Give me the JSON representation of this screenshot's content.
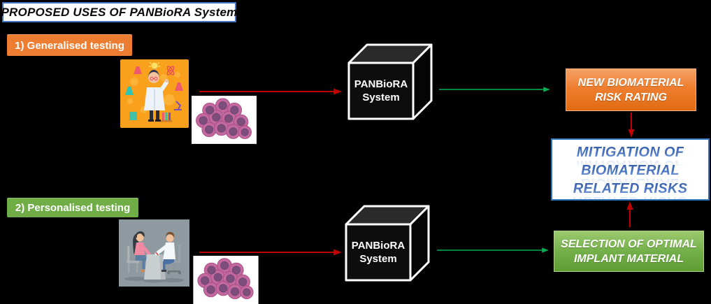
{
  "title": "PROPOSED USES OF PANBioRA System",
  "colors": {
    "background": "#000000",
    "title_border_blue": "#4472C4",
    "orange": "#ED7D31",
    "green": "#70AD47",
    "arrow_red": "#C00000",
    "arrow_green": "#00B050",
    "mitigation_text_blue": "#4B76C2",
    "cell_outer_pink": "#C2639B",
    "cell_inner_purple": "#7D4E7C"
  },
  "generalised": {
    "label": "1) Generalised testing",
    "cube": {
      "line1": "PANBioRA",
      "line2": "System"
    },
    "result": {
      "line1": "NEW BIOMATERIAL",
      "line2": "RISK RATING"
    }
  },
  "personalised": {
    "label": "2) Personalised testing",
    "cube": {
      "line1": "PANBioRA",
      "line2": "System"
    },
    "result": {
      "line1": "SELECTION OF OPTIMAL",
      "line2": "IMPLANT MATERIAL"
    }
  },
  "mitigation": {
    "line1": "MITIGATION OF",
    "line2": "BIOMATERIAL",
    "line3": "RELATED RISKS"
  },
  "illustrations": {
    "scientist": "scientist-lab-illustration",
    "cells_top": "cell-cluster-illustration",
    "consultation": "doctor-patient-consultation-illustration",
    "cells_bottom": "cell-cluster-illustration"
  }
}
